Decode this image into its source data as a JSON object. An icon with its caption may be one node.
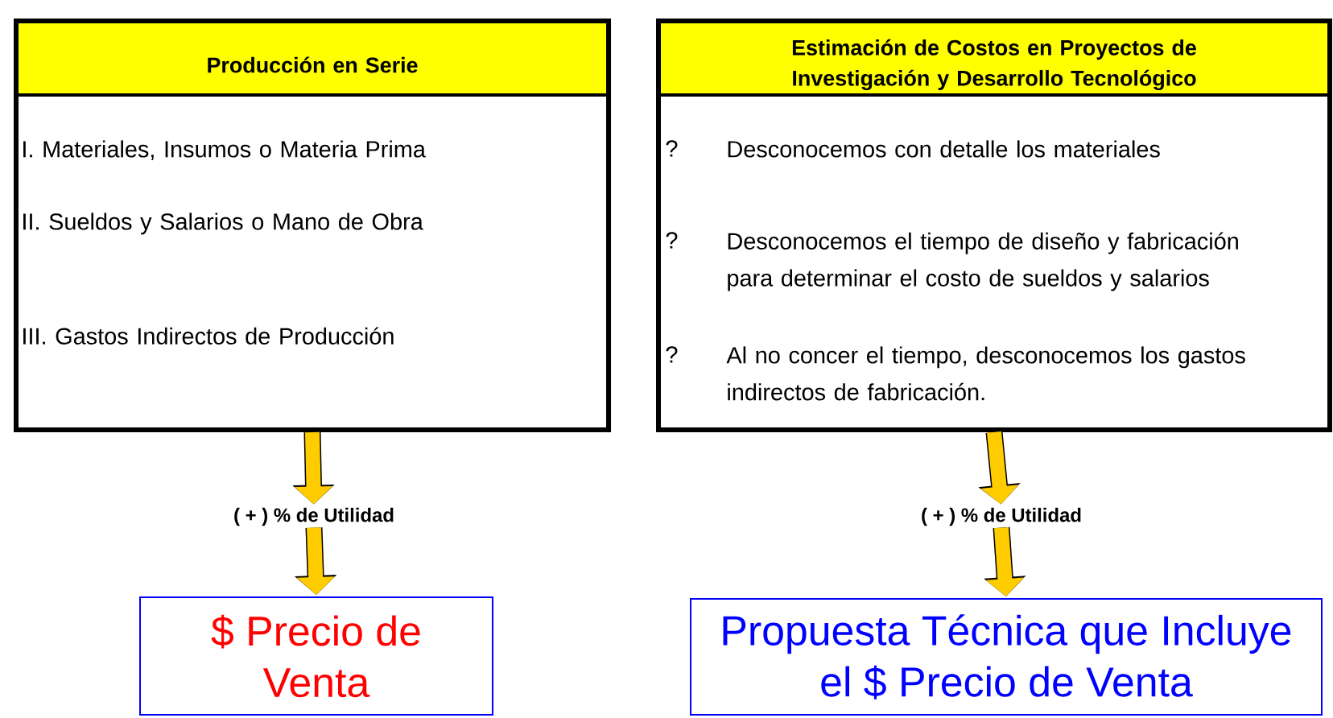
{
  "diagram": {
    "nodes": [
      {
        "text": [
          "Producción en Serie",
          "I. Materiales, Insumos o Materia Prima",
          "II. Sueldos y Salarios o Mano de Obra",
          "III. Gastos Indirectos de Producción"
        ]
      },
      {
        "text": [
          "( + ) % de Utilidad"
        ]
      },
      {
        "text": [
          "$ Precio de Venta"
        ]
      },
      {
        "text": [
          "Estimación de Costos en Proyectos de Investigación y Desarrollo Tecnológico",
          "?",
          "Desconocemos con detalle los materiales",
          "?",
          "Desconocemos el tiempo de diseño y fabricación para determinar el costo de sueldos y salarios",
          "?",
          "Al no concer el tiempo, desconocemos los gastos indirectos de fabricación."
        ]
      },
      {
        "text": [
          "( + ) % de Utilidad"
        ]
      },
      {
        "text": [
          "Propuesta Técnica que Incluye el $ Precio de Venta"
        ]
      }
    ],
    "edges": [
      {
        "from": 0,
        "to": 1,
        "arrow": "to"
      },
      {
        "from": 1,
        "to": 2,
        "arrow": "to"
      },
      {
        "from": 3,
        "to": 4,
        "arrow": "to"
      },
      {
        "from": 4,
        "to": 5,
        "arrow": "to"
      }
    ]
  }
}
